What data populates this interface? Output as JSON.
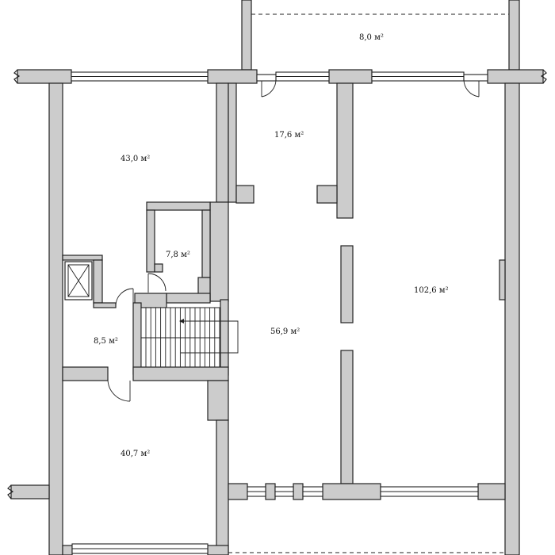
{
  "rooms": [
    {
      "id": "balcony-top",
      "area": "8,0 м²"
    },
    {
      "id": "room-left-top",
      "area": "43,0 м²"
    },
    {
      "id": "hall-upper",
      "area": "17,6 м²"
    },
    {
      "id": "room-large-right",
      "area": "102,6 м²"
    },
    {
      "id": "bathroom",
      "area": "7,8 м²"
    },
    {
      "id": "vestibule",
      "area": "8,5 м²"
    },
    {
      "id": "hall-main",
      "area": "56,9 м²"
    },
    {
      "id": "room-left-bottom",
      "area": "40,7 м²"
    }
  ],
  "colors": {
    "wall_fill": "#cccccc",
    "stroke": "#222222",
    "background": "#ffffff"
  }
}
